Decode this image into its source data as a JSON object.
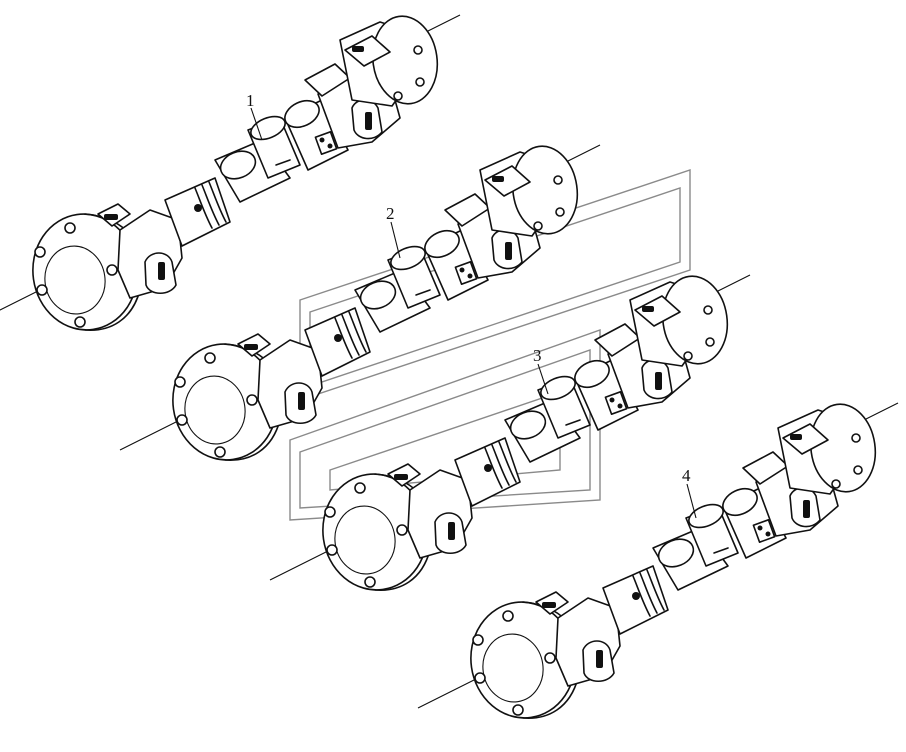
{
  "callouts": [
    {
      "id": "1",
      "text": "1"
    },
    {
      "id": "2",
      "text": "2"
    },
    {
      "id": "3",
      "text": "3"
    },
    {
      "id": "4",
      "text": "4"
    }
  ],
  "colors": {
    "ink": "#111111",
    "watermark": "#8a8a8a",
    "background": "#ffffff"
  },
  "shafts": [
    {
      "part": "1",
      "name": "drive-shaft-assembly"
    },
    {
      "part": "2",
      "name": "drive-shaft-assembly"
    },
    {
      "part": "3",
      "name": "drive-shaft-assembly"
    },
    {
      "part": "4",
      "name": "drive-shaft-assembly"
    }
  ]
}
